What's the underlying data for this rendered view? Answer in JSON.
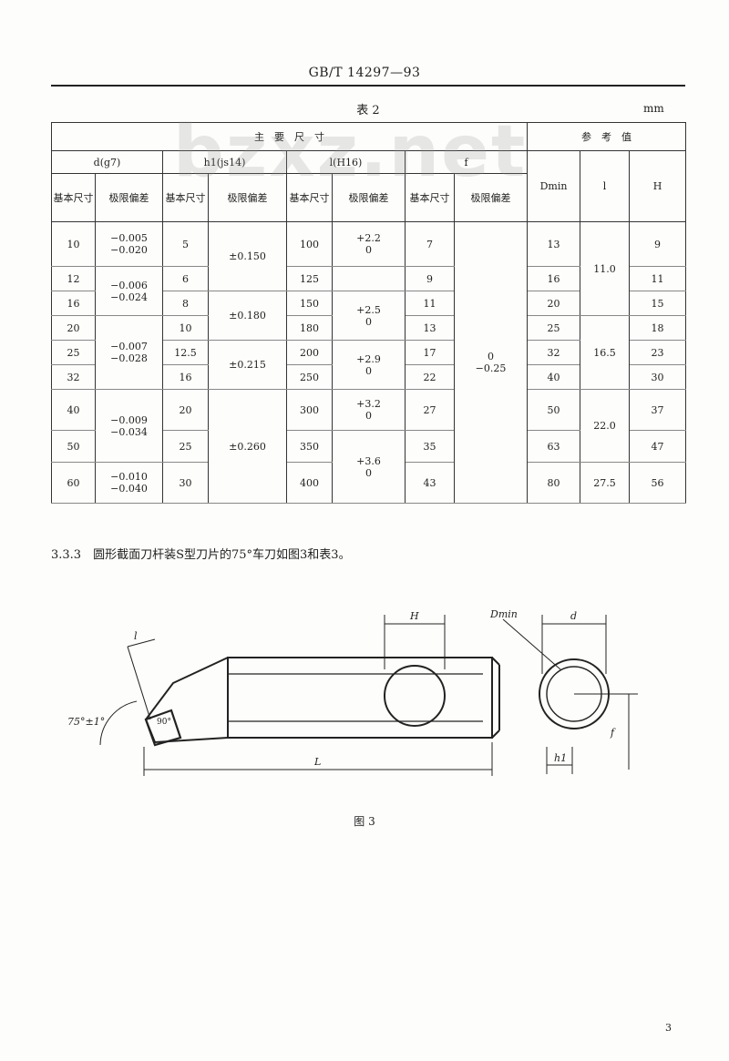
{
  "header": {
    "standard_no": "GB/T 14297—93"
  },
  "watermark": "bzxz.net",
  "table": {
    "caption": "表 2",
    "unit": "mm",
    "groups": {
      "main": "主　要　尺　寸",
      "ref": "参　考　值"
    },
    "subgroups": {
      "d": "d(g7)",
      "h1": "h1(js14)",
      "l": "l(H16)",
      "f": "f"
    },
    "sub_headers": {
      "basic": "基本尺寸",
      "deviation": "极限偏差",
      "d_min": "Dmin",
      "ref_l": "l",
      "ref_h": "H"
    },
    "rows": [
      {
        "d": "10",
        "d_dev": "−0.005\n−0.020",
        "h1": "5",
        "h1_dev": "±0.150",
        "l": "100",
        "l_dev": "+2.2\n0",
        "f": "7",
        "f_dev": "0\n−0.25",
        "d_min": "13",
        "ref_l": "11.0",
        "ref_h": "9"
      },
      {
        "d": "12",
        "d_dev": "−0.006\n−0.024",
        "h1": "6",
        "h1_dev": "",
        "l": "125",
        "l_dev": "",
        "f": "9",
        "f_dev": "",
        "d_min": "16",
        "ref_l": "",
        "ref_h": "11"
      },
      {
        "d": "16",
        "d_dev": "",
        "h1": "8",
        "h1_dev": "±0.180",
        "l": "150",
        "l_dev": "+2.5\n0",
        "f": "11",
        "f_dev": "",
        "d_min": "20",
        "ref_l": "",
        "ref_h": "15"
      },
      {
        "d": "20",
        "d_dev": "−0.007\n−0.028",
        "h1": "10",
        "h1_dev": "",
        "l": "180",
        "l_dev": "",
        "f": "13",
        "f_dev": "",
        "d_min": "25",
        "ref_l": "16.5",
        "ref_h": "18"
      },
      {
        "d": "25",
        "d_dev": "",
        "h1": "12.5",
        "h1_dev": "±0.215",
        "l": "200",
        "l_dev": "+2.9\n0",
        "f": "17",
        "f_dev": "",
        "d_min": "32",
        "ref_l": "",
        "ref_h": "23"
      },
      {
        "d": "32",
        "d_dev": "",
        "h1": "16",
        "h1_dev": "",
        "l": "250",
        "l_dev": "",
        "f": "22",
        "f_dev": "",
        "d_min": "40",
        "ref_l": "",
        "ref_h": "30"
      },
      {
        "d": "40",
        "d_dev": "−0.009\n−0.034",
        "h1": "20",
        "h1_dev": "±0.260",
        "l": "300",
        "l_dev": "+3.2\n0",
        "f": "27",
        "f_dev": "",
        "d_min": "50",
        "ref_l": "22.0",
        "ref_h": "37"
      },
      {
        "d": "50",
        "d_dev": "",
        "h1": "25",
        "h1_dev": "",
        "l": "350",
        "l_dev": "+3.6\n0",
        "f": "35",
        "f_dev": "",
        "d_min": "63",
        "ref_l": "",
        "ref_h": "47"
      },
      {
        "d": "60",
        "d_dev": "−0.010\n−0.040",
        "h1": "30",
        "h1_dev": "",
        "l": "400",
        "l_dev": "",
        "f": "43",
        "f_dev": "",
        "d_min": "80",
        "ref_l": "27.5",
        "ref_h": "56"
      }
    ]
  },
  "paragraph": "3.3.3　圆形截面刀杆装S型刀片的75°车刀如图3和表3。",
  "figure": {
    "caption": "图 3",
    "labels": {
      "angle": "75°±1°",
      "right_angle": "90°",
      "l_small": "l",
      "L": "L",
      "h": "H",
      "d_min": "Dmin",
      "d": "d",
      "f": "f",
      "h1": "h1"
    }
  },
  "page_number": "3"
}
